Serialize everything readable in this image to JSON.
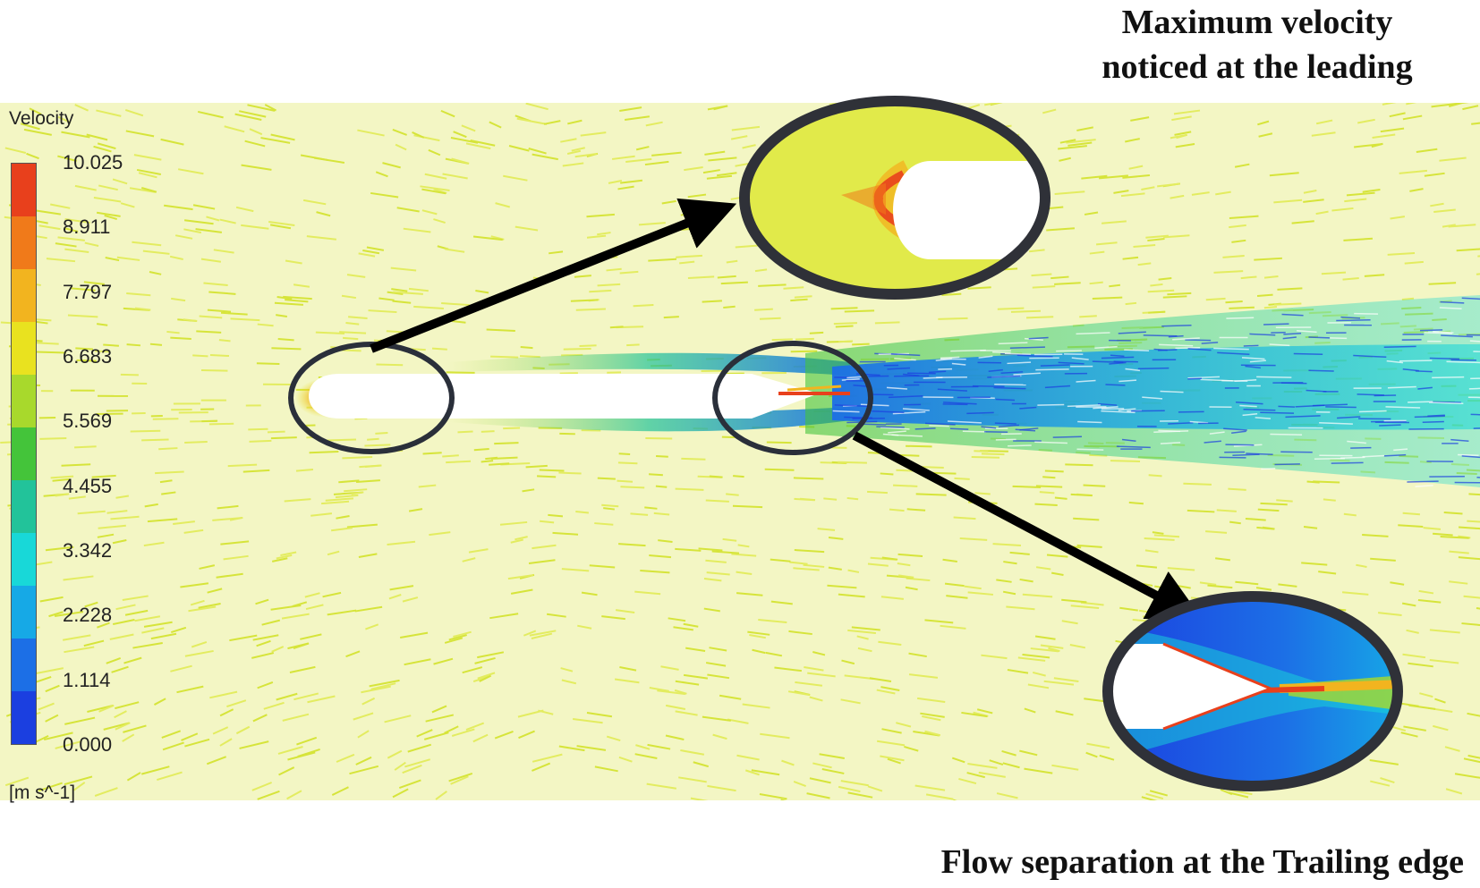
{
  "legend": {
    "title": "Velocity",
    "unit": "[m s^-1]",
    "ticks": [
      "10.025",
      "8.911",
      "7.797",
      "6.683",
      "5.569",
      "4.455",
      "3.342",
      "2.228",
      "1.114",
      "0.000"
    ],
    "colors": [
      "#e8401c",
      "#f07a1a",
      "#f2b41f",
      "#e9e21f",
      "#a8d92c",
      "#44c43a",
      "#22c39a",
      "#18d8d8",
      "#16a9e6",
      "#1c6fe6",
      "#1b3fe0"
    ]
  },
  "annotations": {
    "leading_edge": "Maximum velocity\nnoticed at the leading",
    "trailing_edge": "Flow separation at the Trailing edge"
  }
}
